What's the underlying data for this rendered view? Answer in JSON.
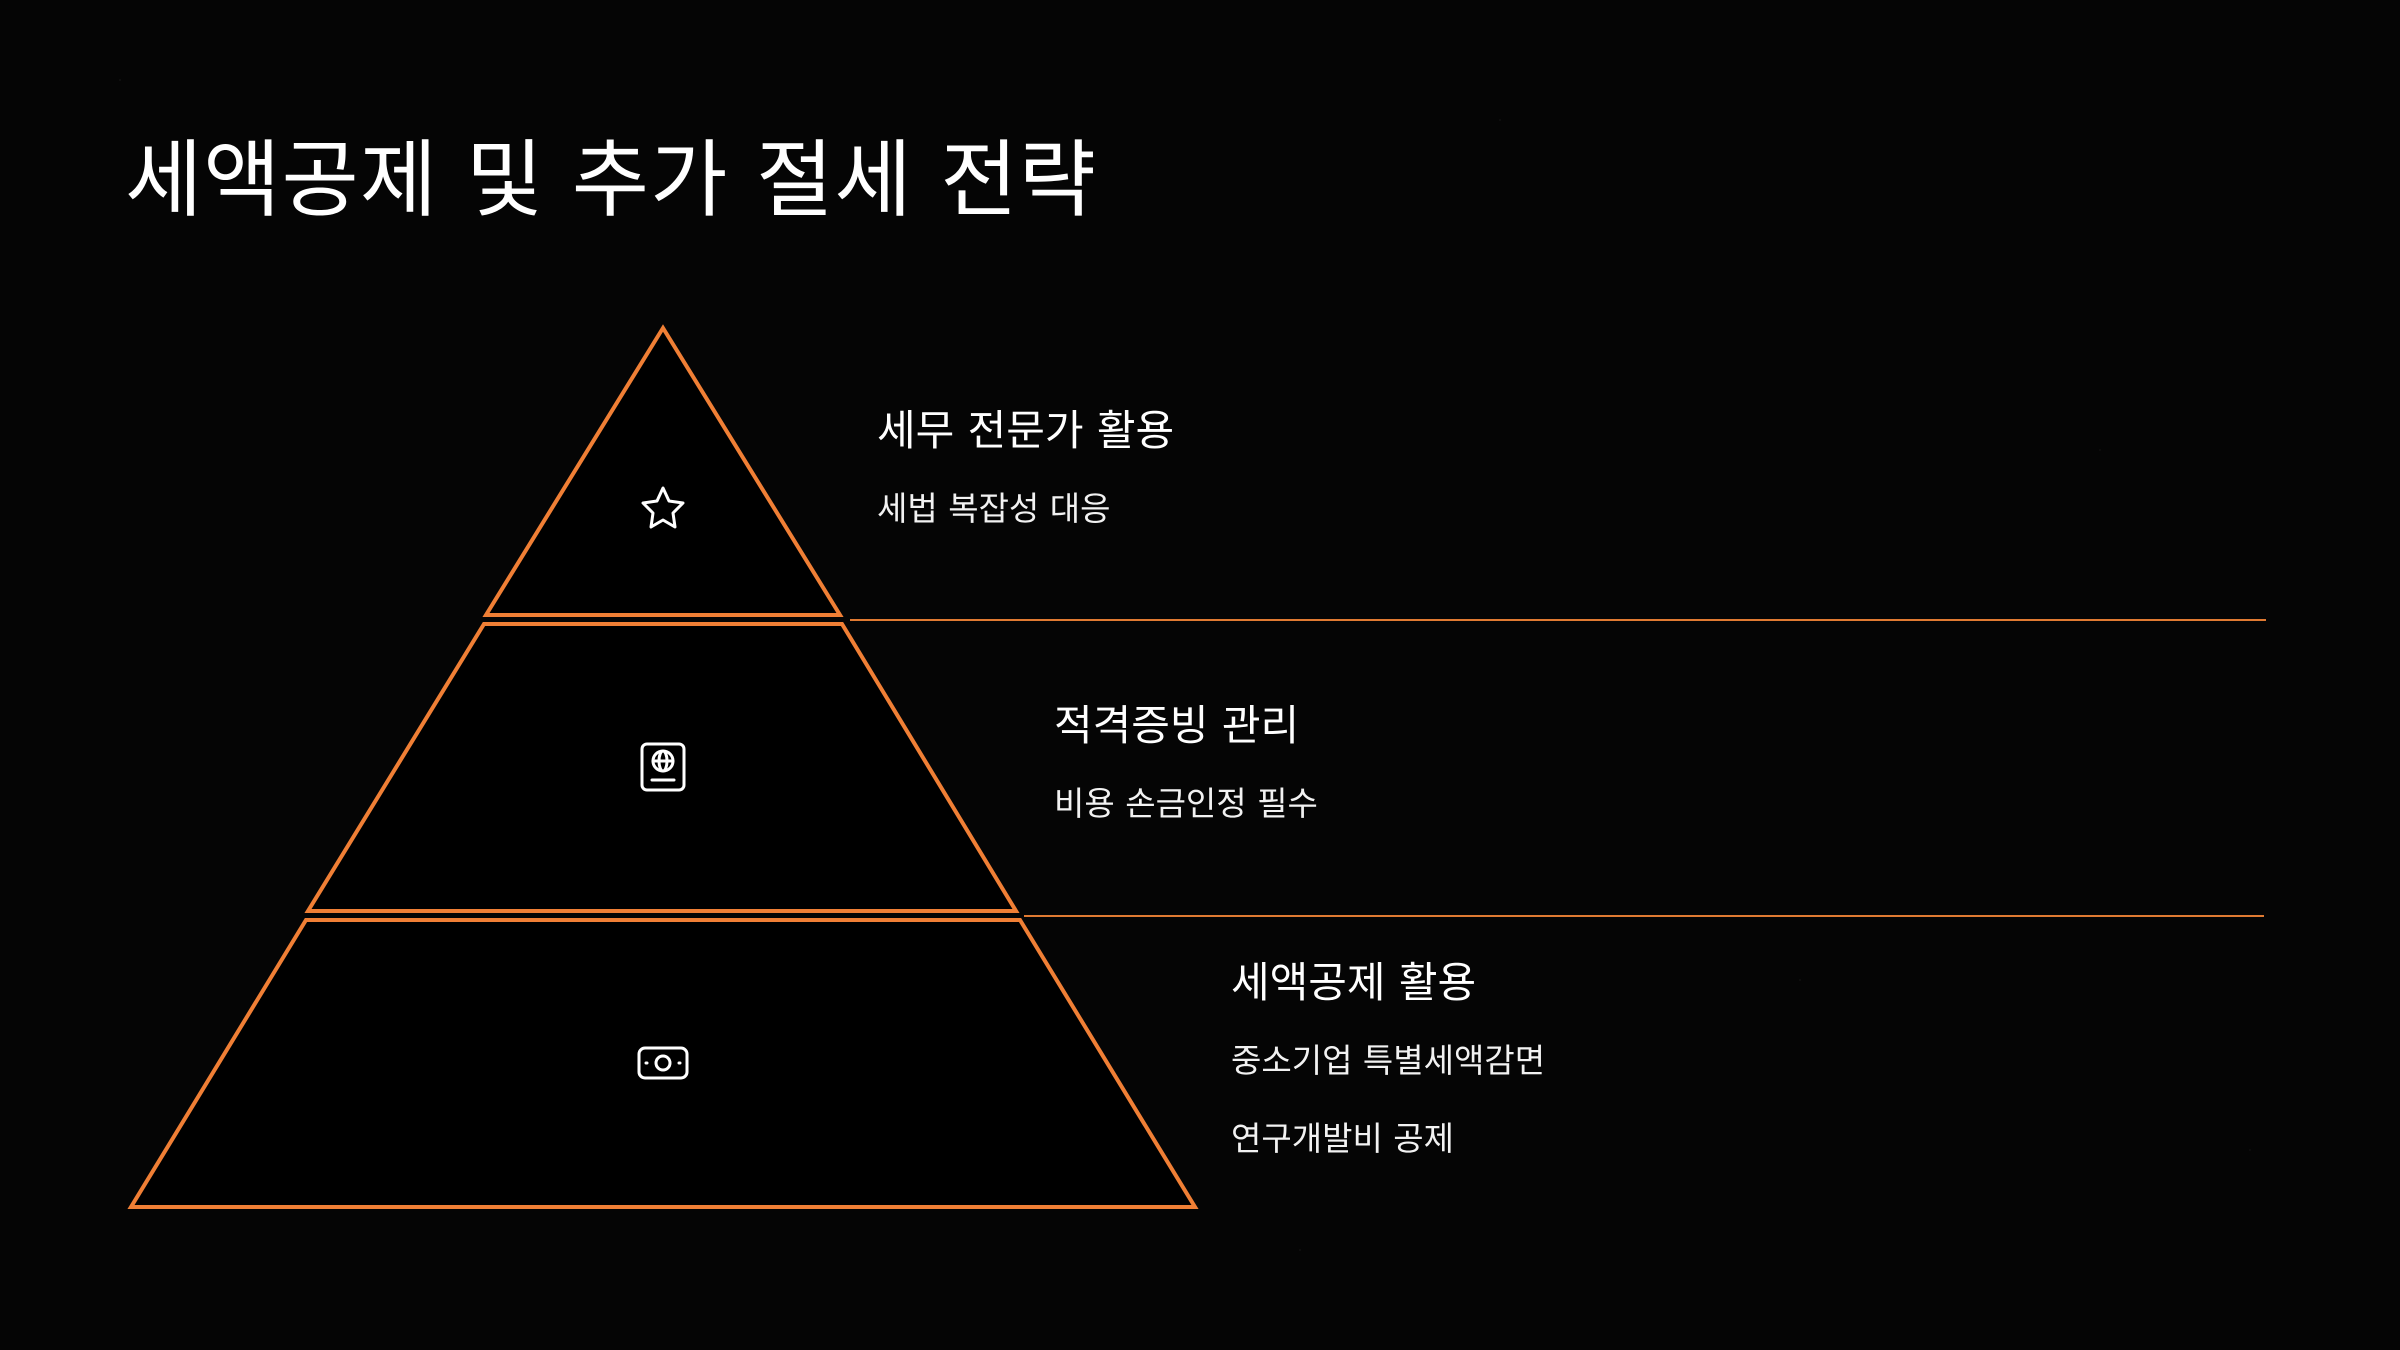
{
  "title": "세액공제 및 추가 절세 전략",
  "accent_color": "#f07f35",
  "tiers": [
    {
      "icon": "star-icon",
      "title": "세무 전문가 활용",
      "items": [
        "세법 복잡성 대응"
      ]
    },
    {
      "icon": "passport-icon",
      "title": "적격증빙 관리",
      "items": [
        "비용 손금인정 필수"
      ]
    },
    {
      "icon": "money-icon",
      "title": "세액공제 활용",
      "items": [
        "중소기업 특별세액감면",
        "연구개발비 공제"
      ]
    }
  ]
}
